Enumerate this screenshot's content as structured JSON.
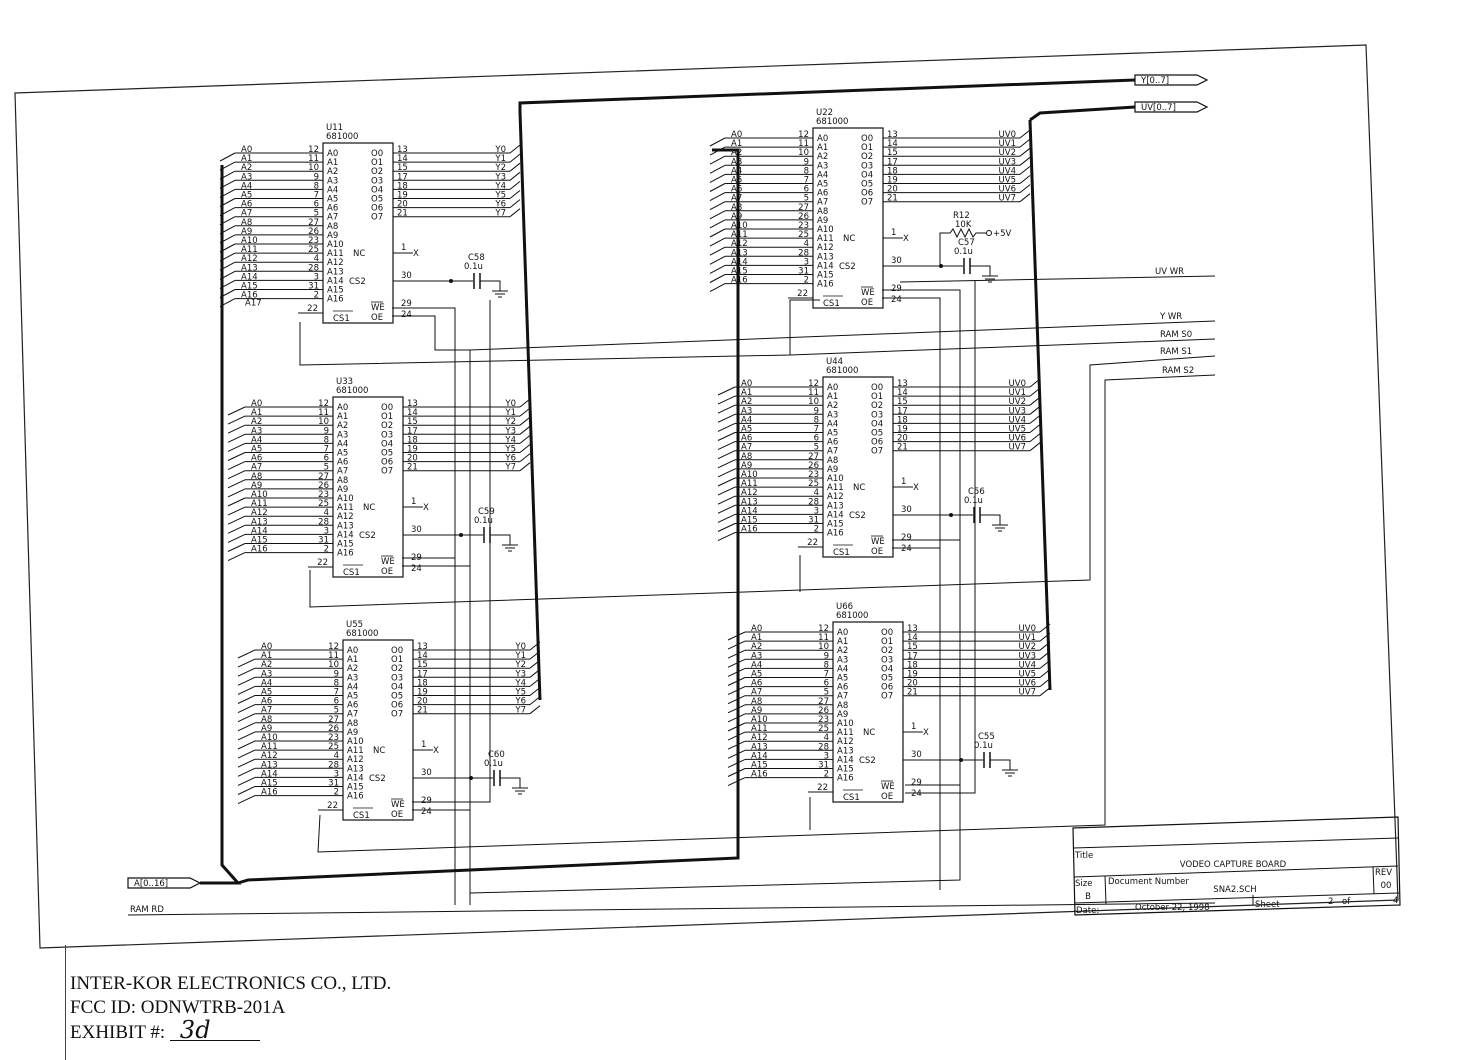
{
  "chips": [
    {
      "ref": "U11",
      "part": "681000",
      "extra_left": "A17"
    },
    {
      "ref": "U33",
      "part": "681000"
    },
    {
      "ref": "U55",
      "part": "681000"
    },
    {
      "ref": "U22",
      "part": "681000"
    },
    {
      "ref": "U44",
      "part": "681000"
    },
    {
      "ref": "U66",
      "part": "681000"
    }
  ],
  "pins": {
    "addr_names": [
      "A0",
      "A1",
      "A2",
      "A3",
      "A4",
      "A5",
      "A6",
      "A7",
      "A8",
      "A9",
      "A10",
      "A11",
      "A12",
      "A13",
      "A14",
      "A15",
      "A16"
    ],
    "addr_numbers": [
      "12",
      "11",
      "10",
      "9",
      "8",
      "7",
      "6",
      "5",
      "27",
      "26",
      "23",
      "25",
      "4",
      "28",
      "3",
      "31",
      "2"
    ],
    "out_names": [
      "O0",
      "O1",
      "O2",
      "O3",
      "O4",
      "O5",
      "O6",
      "O7"
    ],
    "out_numbers": [
      "13",
      "14",
      "15",
      "17",
      "18",
      "19",
      "20",
      "21"
    ],
    "nc": {
      "name": "NC",
      "number": "1",
      "mark": "X"
    },
    "cs2": {
      "name": "CS2",
      "number": "30"
    },
    "we": {
      "name": "WE",
      "number": "29"
    },
    "oe": {
      "name": "OE",
      "number": "24"
    },
    "cs1": {
      "name": "CS1",
      "number": "22"
    }
  },
  "nets": {
    "y_data": [
      "Y0",
      "Y1",
      "Y2",
      "Y3",
      "Y4",
      "Y5",
      "Y6",
      "Y7"
    ],
    "uv_data": [
      "UV0",
      "UV1",
      "UV2",
      "UV3",
      "UV4",
      "UV5",
      "UV6",
      "UV7"
    ],
    "y_bus": "Y[0..7]",
    "uv_bus": "UV[0..7]",
    "a_bus": "A[0..16]",
    "uv_wr": "UV WR",
    "y_wr": "Y WR",
    "ram_s0": "RAM S0",
    "ram_s1": "RAM S1",
    "ram_s2": "RAM S2",
    "ram_rd": "RAM RD"
  },
  "capacitors": [
    {
      "ref": "C58",
      "value": "0.1u"
    },
    {
      "ref": "C59",
      "value": "0.1u"
    },
    {
      "ref": "C60",
      "value": "0.1u"
    },
    {
      "ref": "C57",
      "value": "0.1u"
    },
    {
      "ref": "C56",
      "value": "0.1u"
    },
    {
      "ref": "C55",
      "value": "0.1u"
    }
  ],
  "resistor": {
    "ref": "R12",
    "value": "10K",
    "supply": "+5V"
  },
  "title_block": {
    "title_label": "Title",
    "title": "VODEO CAPTURE BOARD",
    "size_label": "Size",
    "size": "B",
    "docnum_label": "Document Number",
    "docnum": "SNA2.SCH",
    "rev_label": "REV",
    "rev": "00",
    "date_label": "Date:",
    "date": "October 22, 1998",
    "sheet_label": "Sheet",
    "sheet": "2",
    "of_label": "of",
    "sheets": "4"
  },
  "footer": {
    "company": "INTER-KOR ELECTRONICS CO., LTD.",
    "fcc_id": "FCC ID: ODNWTRB-201A",
    "exhibit_label": "EXHIBIT #:",
    "exhibit": "3d"
  }
}
